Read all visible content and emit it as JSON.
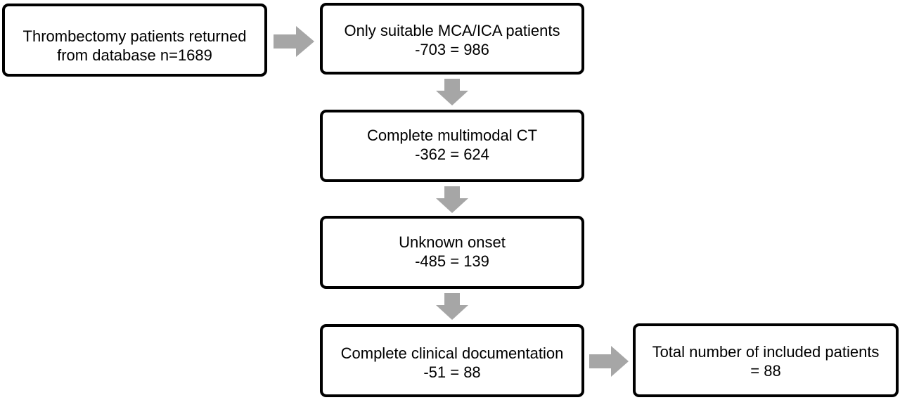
{
  "flowchart": {
    "start": {
      "line1": "Thrombectomy patients returned",
      "line2": "from database n=1689"
    },
    "steps": [
      {
        "title": "Only suitable MCA/ICA patients",
        "result": "-703 = 986"
      },
      {
        "title": "Complete multimodal CT",
        "result": "-362 = 624"
      },
      {
        "title": "Unknown onset",
        "result": "-485 = 139"
      },
      {
        "title": "Complete clinical documentation",
        "result": "-51 = 88"
      }
    ],
    "end": {
      "line1": "Total number of included patients",
      "line2": "= 88"
    }
  },
  "colors": {
    "box_border": "#000000",
    "box_fill": "#ffffff",
    "arrow_fill": "#a6a6a6",
    "text": "#000000"
  }
}
